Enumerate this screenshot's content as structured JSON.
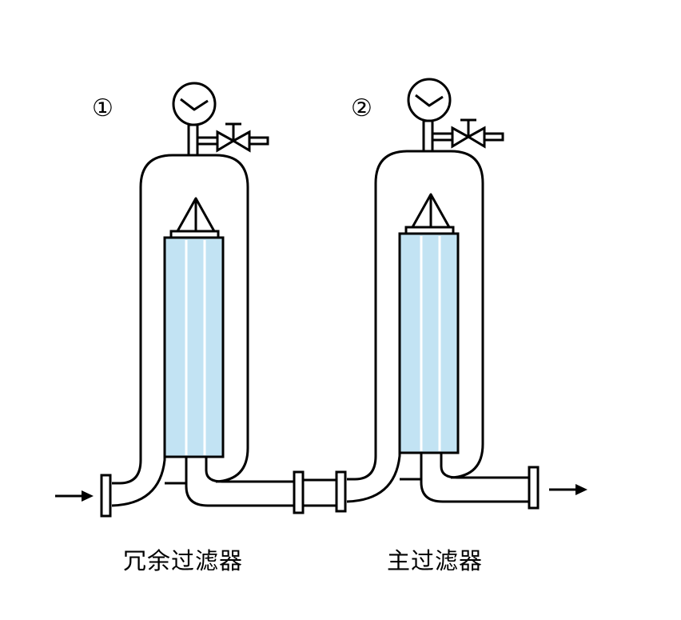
{
  "diagram": {
    "type": "redundant-filter-system",
    "flow_direction": "left-to-right",
    "filters": [
      {
        "id": "filter-1",
        "number": "①",
        "label": "冗余过滤器",
        "components": [
          "pressure-gauge",
          "vent-valve",
          "filter-element"
        ]
      },
      {
        "id": "filter-2",
        "number": "②",
        "label": "主过滤器",
        "components": [
          "pressure-gauge",
          "vent-valve",
          "filter-element"
        ]
      }
    ],
    "inlet_arrow": "arrow-right-icon",
    "outlet_arrow": "arrow-right-icon",
    "colors": {
      "element_fill": "#c2e3f3",
      "stroke": "#000000",
      "background": "#ffffff"
    }
  }
}
